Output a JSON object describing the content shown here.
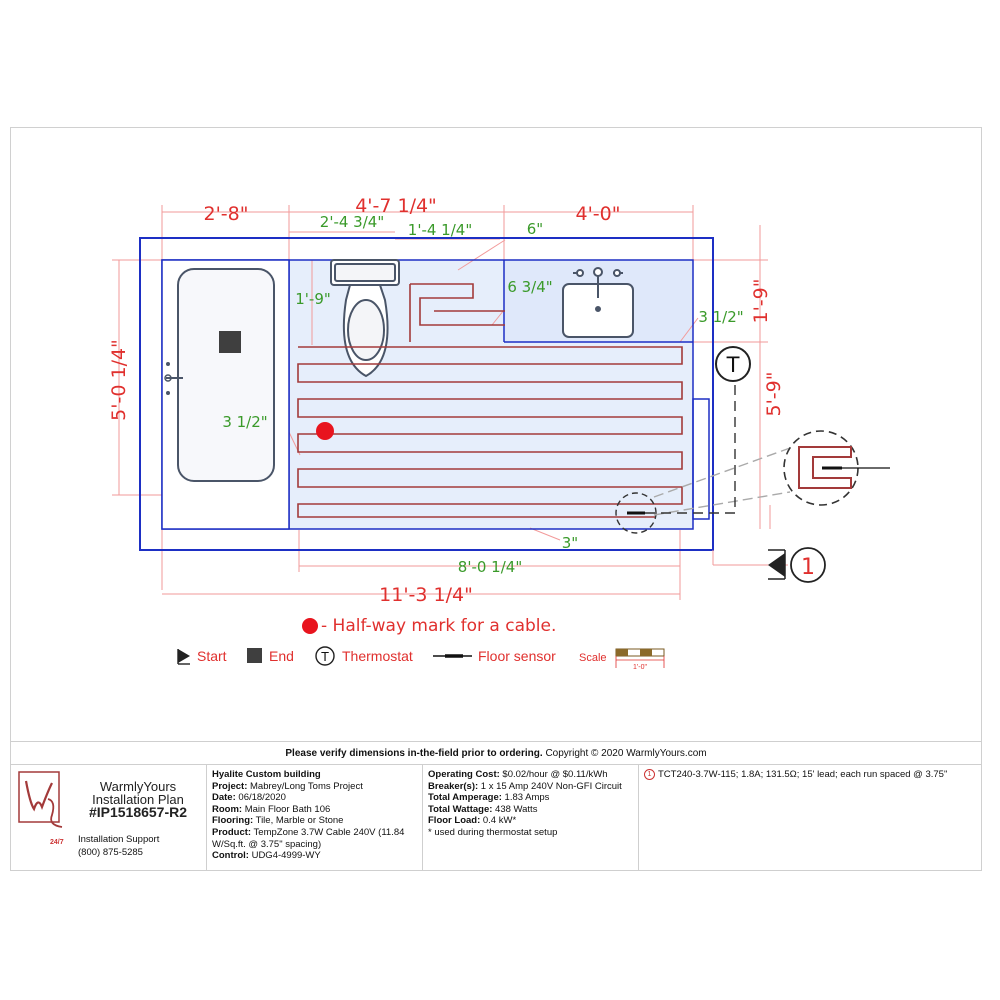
{
  "plan": {
    "dimensions": {
      "d1": "2'-8\"",
      "d2": "4'-7 1/4\"",
      "d3": "4'-0\"",
      "d4": "2'-4 3/4\"",
      "d5": "1'-4 1/4\"",
      "d6": "6\"",
      "d7": "1'-9\"",
      "d8": "6 3/4\"",
      "d9": "3 1/2\"",
      "d10": "1'-9\"",
      "d11": "5'-0 1/4\"",
      "d12": "5'-9\"",
      "d13": "3 1/2\"",
      "d14": "3\"",
      "d15": "8'-0 1/4\"",
      "d16": "11'-3 1/4\""
    },
    "thermostat_symbol": "T",
    "marker_number": "1",
    "halfway_note": "- Half-way mark for a cable.",
    "colors": {
      "wall": "#1d2fc4",
      "cable": "#a33a3a",
      "dimension": "#e0302e",
      "spacing": "#3a9a2a",
      "floor_fill": "#e6eefb"
    }
  },
  "legend": {
    "start": "Start",
    "end": "End",
    "thermostat_symbol": "T",
    "thermostat": "Thermostat",
    "floor_sensor": "Floor sensor",
    "scale": "Scale",
    "scale_value": "1'-0\""
  },
  "footer": {
    "verify_bold": "Please verify dimensions in-the-field prior to ordering.",
    "copyright": " Copyright © 2020 WarmlyYours.com"
  },
  "title_block": {
    "brand": "WarmlyYours",
    "plan_type": "Installation Plan",
    "plan_id": "#IP1518657-R2",
    "support_badge": "24/7",
    "support_label": "Installation Support",
    "support_phone": "(800) 875-5285"
  },
  "project": {
    "heading": "Hyalite Custom building",
    "project_label": "Project:",
    "project_value": " Mabrey/Long Toms Project",
    "date_label": "Date:",
    "date_value": " 06/18/2020",
    "room_label": "Room:",
    "room_value": " Main Floor Bath 106",
    "flooring_label": "Flooring:",
    "flooring_value": " Tile, Marble or Stone",
    "product_label": "Product:",
    "product_value": " TempZone 3.7W Cable 240V (11.84 W/Sq.ft. @ 3.75\" spacing)",
    "control_label": "Control:",
    "control_value": " UDG4-4999-WY"
  },
  "electrical": {
    "cost_label": "Operating Cost:",
    "cost_value": " $0.02/hour @ $0.11/kWh",
    "breaker_label": "Breaker(s):",
    "breaker_value": " 1 x 15 Amp 240V Non-GFI Circuit",
    "amperage_label": "Total Amperage:",
    "amperage_value": " 1.83 Amps",
    "wattage_label": "Total Wattage:",
    "wattage_value": " 438 Watts",
    "load_label": "Floor Load:",
    "load_value": " 0.4 kW*",
    "note": "* used during thermostat setup"
  },
  "cables": {
    "item_number": "1",
    "item_text": "TCT240-3.7W-115; 1.8A; 131.5Ω; 15' lead; each run spaced @ 3.75\""
  }
}
